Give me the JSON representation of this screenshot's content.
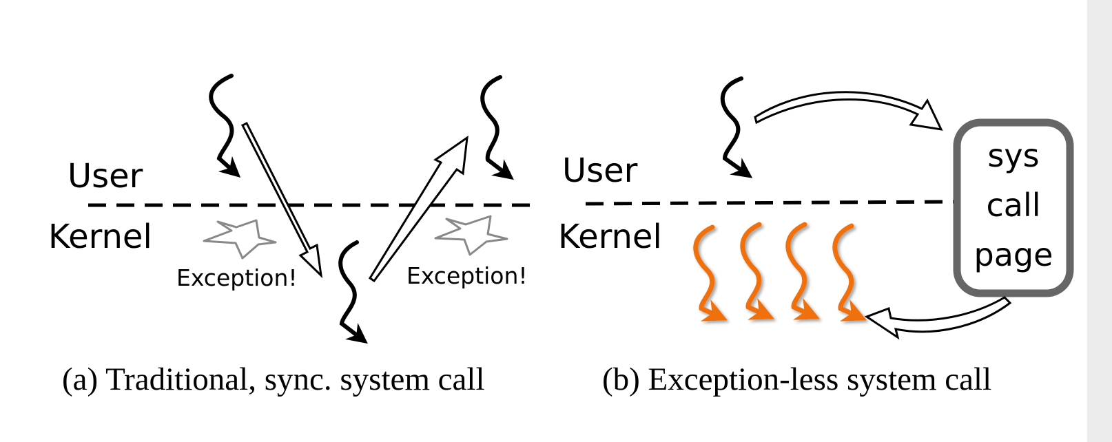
{
  "panel_a": {
    "user_label": "User",
    "kernel_label": "Kernel",
    "exception_left": "Exception!",
    "exception_right": "Exception!",
    "caption": "(a) Traditional, sync. system call"
  },
  "panel_b": {
    "user_label": "User",
    "kernel_label": "Kernel",
    "page_lines": [
      "sys",
      "call",
      "page"
    ],
    "caption": "(b) Exception-less system call"
  },
  "colors": {
    "ink": "#000000",
    "kernel_thread": "#f07010",
    "star_outline": "#888888",
    "page_border": "#666666"
  }
}
